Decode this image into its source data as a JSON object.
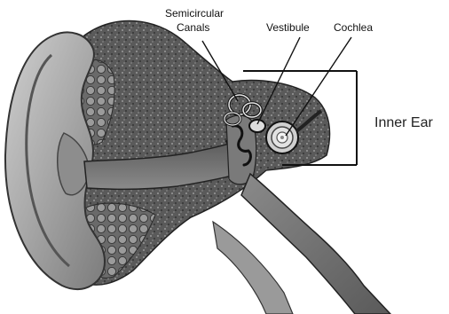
{
  "diagram": {
    "labels": {
      "semicircular_line1": "Semicircular",
      "semicircular_line2": "Canals",
      "vestibule": "Vestibule",
      "cochlea": "Cochlea",
      "inner_ear": "Inner Ear"
    }
  }
}
